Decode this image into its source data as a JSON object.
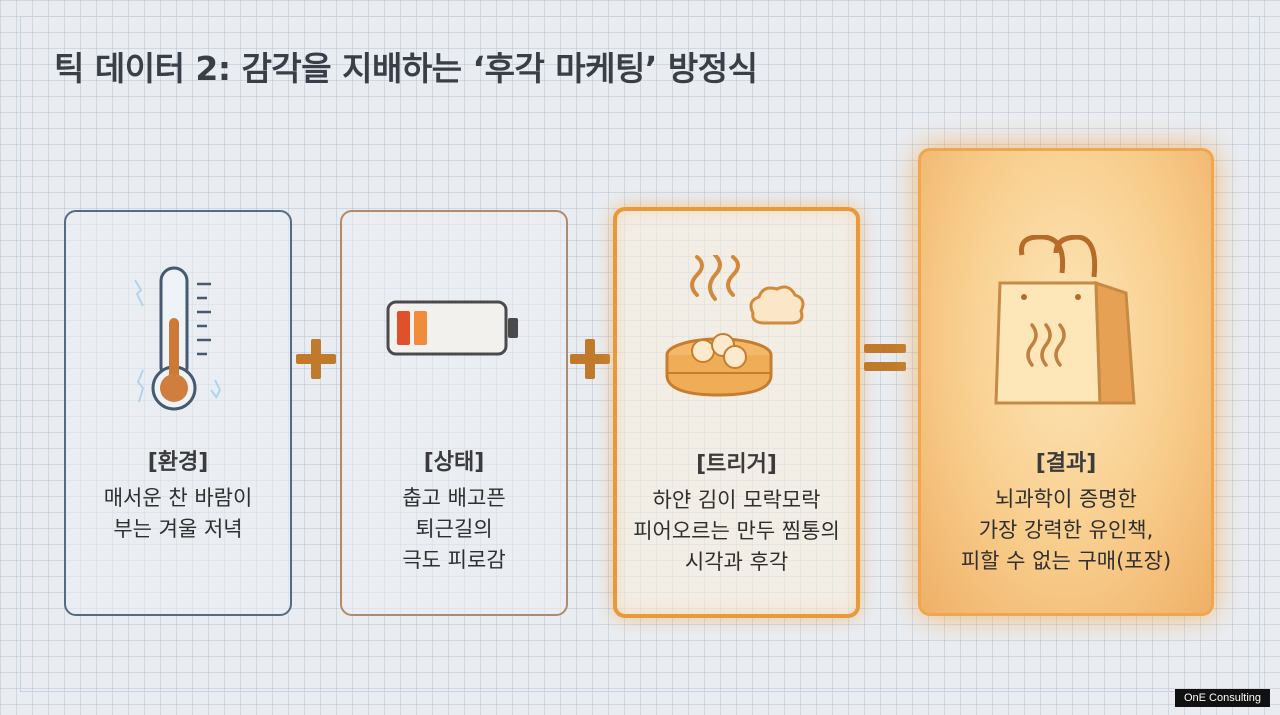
{
  "title": "틱 데이터 2: 감각을 지배하는 ‘후각 마케팅’ 방정식",
  "cards": [
    {
      "label": "[환경]",
      "lines": [
        "매서운 찬 바람이",
        "부는 겨울 저녁"
      ],
      "icon": "thermometer-icon"
    },
    {
      "label": "[상태]",
      "lines": [
        "춥고 배고픈",
        "퇴근길의",
        "극도 피로감"
      ],
      "icon": "low-battery-icon"
    },
    {
      "label": "[트리거]",
      "lines": [
        "하얀 김이 모락모락",
        "피어오르는 만두 찜통의",
        "시각과 후각"
      ],
      "icon": "steaming-dumpling-icon"
    },
    {
      "label": "[결과]",
      "lines": [
        "뇌과학이 증명한",
        "가장 강력한 유인책,",
        "피할 수 없는 구매(포장)"
      ],
      "icon": "shopping-bag-icon"
    }
  ],
  "operators": [
    "+",
    "+",
    "="
  ],
  "footer": "OnE Consulting",
  "colors": {
    "accent": "#e89a3b",
    "operator": "#c07a2c",
    "cold": "#556b80"
  }
}
